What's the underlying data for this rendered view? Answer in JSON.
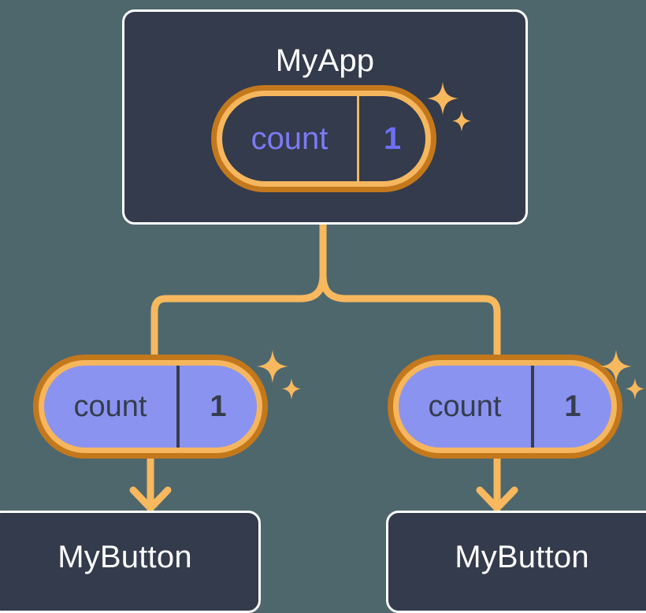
{
  "diagram": {
    "title": "MyApp signal propagation tree",
    "background_color": "#4e676d"
  },
  "colors": {
    "canvas": "#4e676d",
    "box_fill": "#333b4c",
    "box_border": "#ffffff",
    "pill_ring_outer": "#c4781c",
    "pill_ring_inner": "#f5b65e",
    "pill_fill_active": "#8b93f0",
    "pill_fill_dark": "#333b4c",
    "signal_text_purple": "#7b7bf5",
    "signal_text_dark": "#353d4e",
    "wire": "#f7b85e",
    "sparkle": "#f7b85e"
  },
  "nodes": {
    "root": {
      "label": "MyApp",
      "signal": {
        "name": "count",
        "value": "1",
        "style": "dark"
      },
      "sparkle": "sparkle-icon"
    },
    "children": [
      {
        "signal": {
          "name": "count",
          "value": "1",
          "style": "filled"
        },
        "sparkle": "sparkle-icon",
        "component": {
          "label": "MyButton"
        }
      },
      {
        "signal": {
          "name": "count",
          "value": "1",
          "style": "filled"
        },
        "sparkle": "sparkle-icon",
        "component": {
          "label": "MyButton"
        }
      }
    ]
  },
  "edges": {
    "trunk": "root-to-split",
    "branch_left": "split-to-left-signal",
    "branch_right": "split-to-right-signal",
    "arrow_left": "left-signal-to-left-button",
    "arrow_right": "right-signal-to-right-button"
  }
}
